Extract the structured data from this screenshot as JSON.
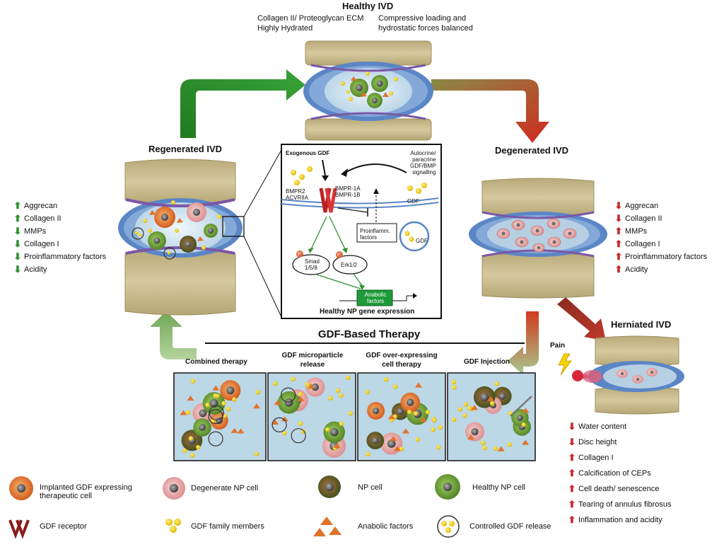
{
  "healthy": {
    "title": "Healthy IVD",
    "note_left_1": "Collagen II/ Proteoglycan ECM",
    "note_left_2": "Highly Hydrated",
    "note_right_1": "Compressive loading and",
    "note_right_2": "hydrostatic forces balanced"
  },
  "regenerated": {
    "title": "Regenerated IVD",
    "items": [
      "Aggrecan",
      "Collagen II",
      "MMPs",
      "Collagen I",
      "Proinflammatory factors",
      "Acidity"
    ]
  },
  "degenerated": {
    "title": "Degenerated IVD",
    "items": [
      "Aggrecan",
      "Collagen II",
      "MMPs",
      "Collagen I",
      "Proinflammatory factors",
      "Acidity"
    ]
  },
  "herniated": {
    "title": "Herniated IVD",
    "pain": "Pain",
    "items": [
      "Water content",
      "Disc height",
      "Collagen I",
      "Calcification of CEPs",
      "Cell death/ senescence",
      "Tearing of annulus fibrosus",
      "Inflammation and acidity"
    ]
  },
  "inset": {
    "exogenous": "Exogenous GDF",
    "autocrine": [
      "Autocrine/",
      "paracrine",
      "GDF/BMP",
      "signalling"
    ],
    "receptors_left": [
      "BMPR2",
      "ACVRIIA"
    ],
    "receptors_right": [
      "BMPR-1A",
      "BMPR-1B"
    ],
    "gdf": "GDF",
    "gdf2": "GDF",
    "proinflamm": [
      "Proinflamm.",
      "factors"
    ],
    "smad": [
      "Smad",
      "1/5/8"
    ],
    "erk": "Erk1/2",
    "p": "P",
    "anabolic": [
      "Anabolic",
      "factors"
    ],
    "expression": "Healthy NP gene expression"
  },
  "therapy": {
    "title": "GDF-Based Therapy",
    "panels": [
      {
        "label1": "Combined therapy",
        "label2": ""
      },
      {
        "label1": "GDF microparticle",
        "label2": "release"
      },
      {
        "label1": "GDF over-expressing",
        "label2": "cell therapy"
      },
      {
        "label1": "GDF Injection",
        "label2": ""
      }
    ]
  },
  "legend": {
    "implanted_1": "Implanted GDF expressing",
    "implanted_2": "therapeutic cell",
    "degenerate": "Degenerate NP cell",
    "np": "NP cell",
    "healthy_np": "Healthy NP cell",
    "receptor": "GDF receptor",
    "family": "GDF family members",
    "anabolic": "Anabolic factors",
    "controlled": "Controlled GDF release"
  },
  "colors": {
    "bone": "#c7b98a",
    "annulus": "#4f7fc0",
    "nucleus": "#cfe3f0",
    "green_arrow": "#2f8a2f",
    "red_arrow": "#c0392b"
  }
}
